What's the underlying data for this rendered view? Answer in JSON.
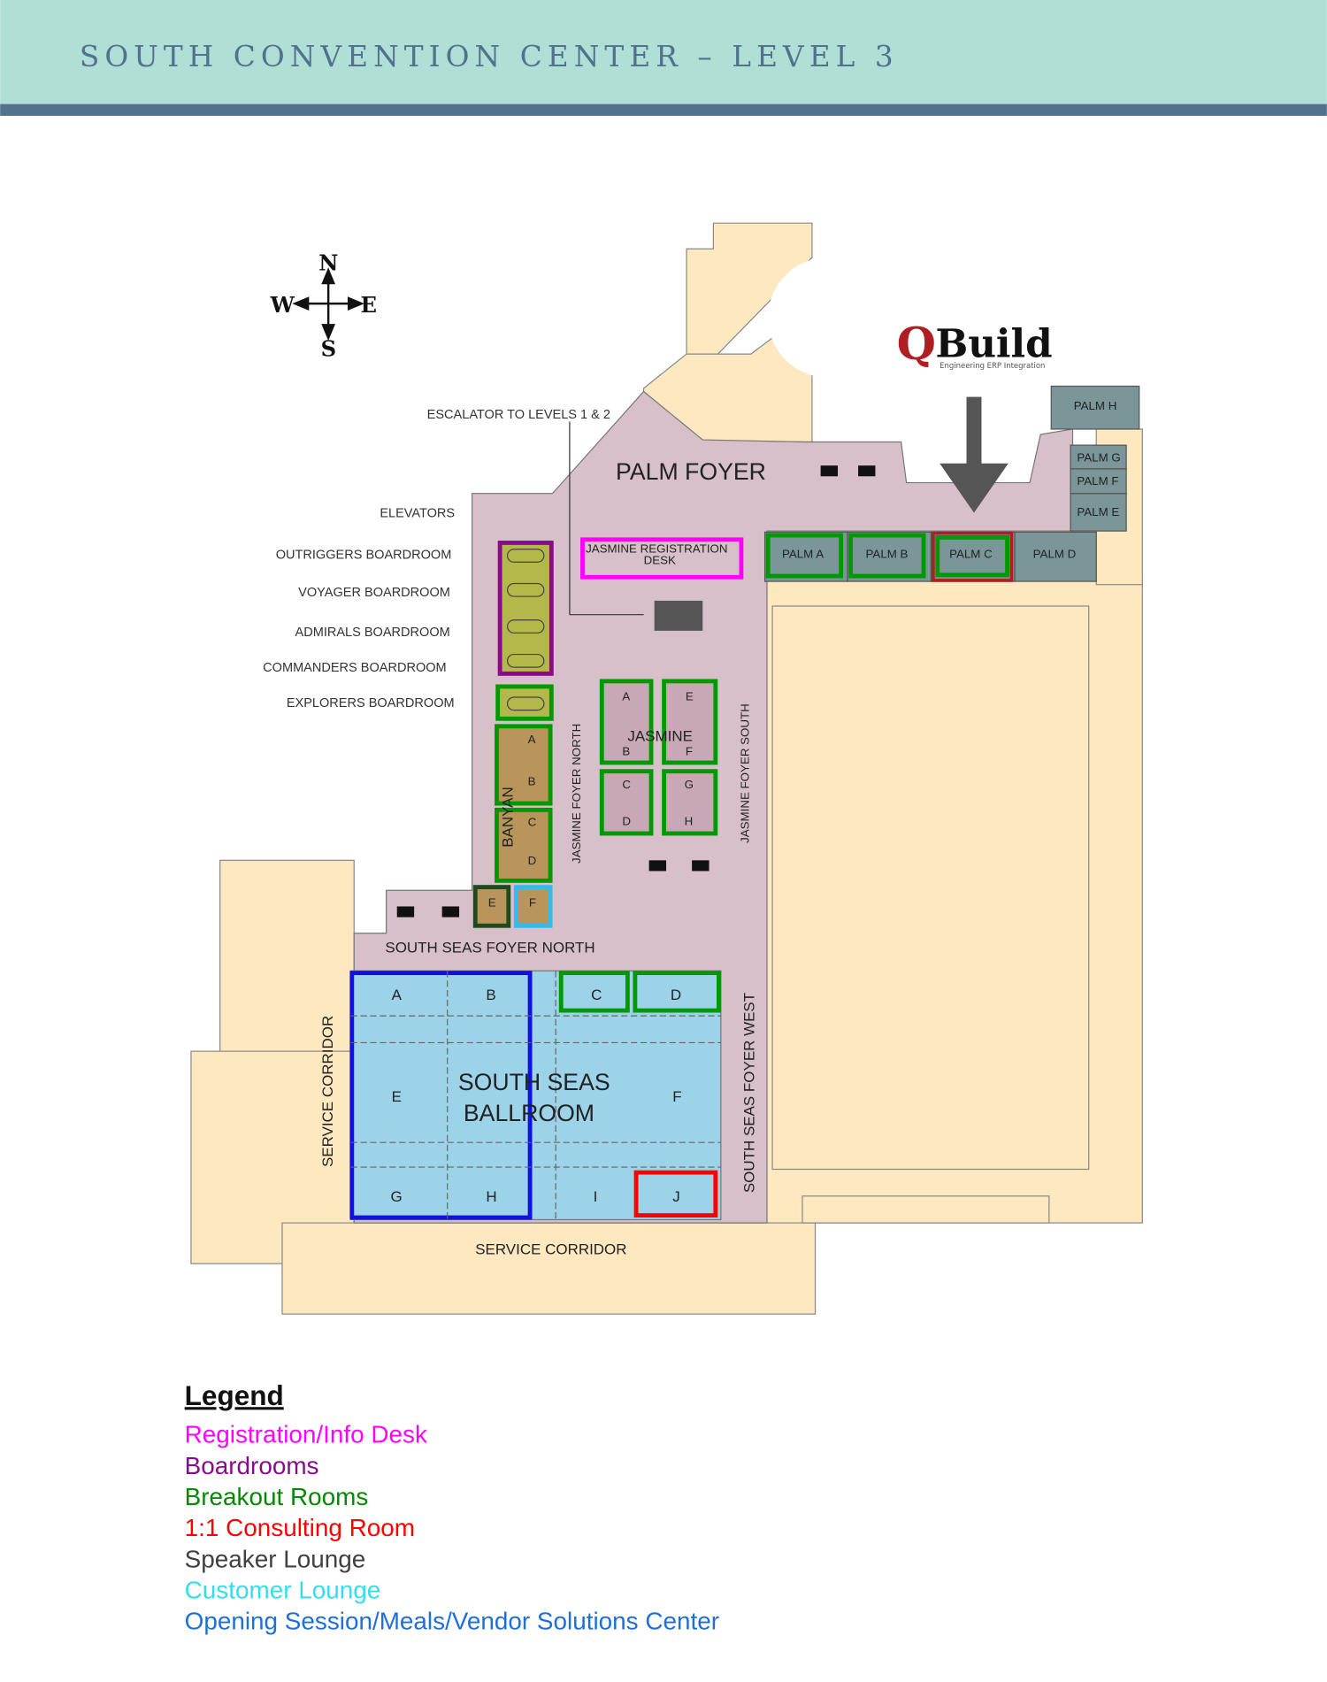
{
  "header": {
    "title": "SOUTH CONVENTION CENTER – LEVEL 3"
  },
  "compass": {
    "n": "N",
    "s": "S",
    "e": "E",
    "w": "W"
  },
  "logo": {
    "name": "QBuild",
    "tagline": "Engineering ERP Integration"
  },
  "labels": {
    "escalator": "ESCALATOR TO LEVELS 1 & 2",
    "elevators": "ELEVATORS",
    "outriggers": "OUTRIGGERS BOARDROOM",
    "voyager": "VOYAGER BOARDROOM",
    "admirals": "ADMIRALS BOARDROOM",
    "commanders": "COMMANDERS BOARDROOM",
    "explorers": "EXPLORERS BOARDROOM",
    "palm_foyer": "PALM FOYER",
    "jasmine_reg": "JASMINE REGISTRATION",
    "jasmine_reg2": "DESK",
    "jasmine": "JASMINE",
    "jasmine_north": "JASMINE FOYER NORTH",
    "jasmine_south": "JASMINE FOYER SOUTH",
    "banyan": "BANYAN",
    "ssf_north": "SOUTH SEAS FOYER NORTH",
    "ssf_west": "SOUTH SEAS FOYER WEST",
    "service_corridor_w": "SERVICE CORRIDOR",
    "service_corridor_s": "SERVICE CORRIDOR",
    "ballroom1": "SOUTH SEAS",
    "ballroom2": "BALLROOM"
  },
  "palm_rooms": [
    "PALM A",
    "PALM B",
    "PALM C",
    "PALM D",
    "PALM E",
    "PALM F",
    "PALM G",
    "PALM H"
  ],
  "jasmine_rooms": [
    "A",
    "B",
    "C",
    "D",
    "E",
    "F",
    "G",
    "H"
  ],
  "banyan_rooms": [
    "A",
    "B",
    "C",
    "D",
    "E",
    "F"
  ],
  "ballroom_rooms": [
    "A",
    "B",
    "C",
    "D",
    "E",
    "F",
    "G",
    "H",
    "I",
    "J"
  ],
  "legend": {
    "title": "Legend",
    "items": [
      {
        "label": "Registration/Info Desk",
        "color": "#ff00ff"
      },
      {
        "label": "Boardrooms",
        "color": "#8b0a8b"
      },
      {
        "label": "Breakout Rooms",
        "color": "#008a00"
      },
      {
        "label": "1:1 Consulting Room",
        "color": "#ff0000"
      },
      {
        "label": "Speaker Lounge",
        "color": "#404040"
      },
      {
        "label": "Customer Lounge",
        "color": "#33ddee"
      },
      {
        "label": "Opening Session/Meals/Vendor Solutions Center",
        "color": "#1e6fd9"
      }
    ]
  }
}
